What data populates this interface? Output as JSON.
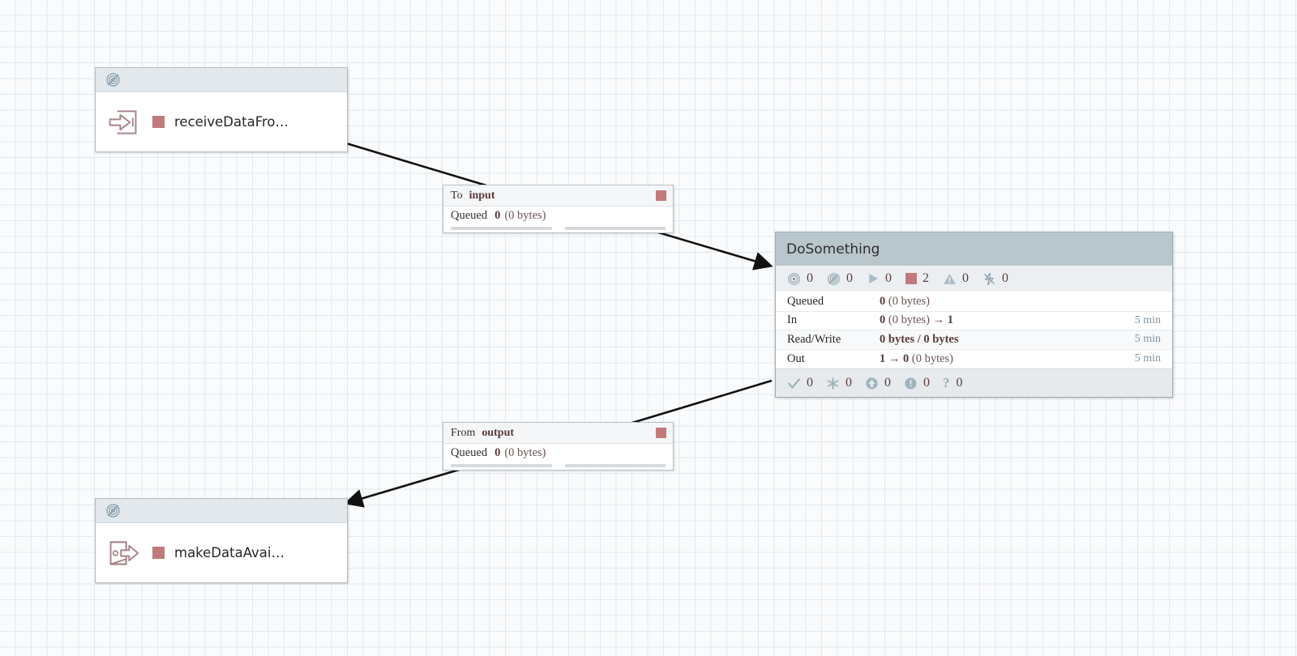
{
  "canvas": {
    "grid": true,
    "background_color": "#fafbfc",
    "grid_color": "#e3e8ec"
  },
  "colors": {
    "stopped_red": "#c2797c",
    "group_header": "#b9c6cc",
    "port_header": "#e3e8ec",
    "icon_gray": "#8ea0ac",
    "time_blue": "#7f95a6"
  },
  "nodes": {
    "input_port": {
      "name": "receiveDataFro…",
      "icon": "input-port-icon",
      "header_icon": "not-transmitting-icon",
      "status_color": "#c2797c"
    },
    "output_port": {
      "name": "makeDataAvai…",
      "icon": "output-port-icon",
      "header_icon": "not-transmitting-icon",
      "status_color": "#c2797c"
    }
  },
  "connections": [
    {
      "direction_label": "To",
      "port_name": "input",
      "queued_label": "Queued",
      "queued_count": "0",
      "queued_bytes": "(0 bytes)",
      "swatch_color": "#c2797c"
    },
    {
      "direction_label": "From",
      "port_name": "output",
      "queued_label": "Queued",
      "queued_count": "0",
      "queued_bytes": "(0 bytes)",
      "swatch_color": "#c2797c"
    }
  ],
  "process_group": {
    "title": "DoSomething",
    "status_counts": [
      {
        "icon": "transmitting-icon",
        "value": "0"
      },
      {
        "icon": "not-transmitting-icon",
        "value": "0"
      },
      {
        "icon": "running-icon",
        "value": "0"
      },
      {
        "icon": "stopped-icon",
        "value": "2"
      },
      {
        "icon": "invalid-warning-icon",
        "value": "0"
      },
      {
        "icon": "disabled-icon",
        "value": "0"
      }
    ],
    "stats": [
      {
        "key": "Queued",
        "value_bold": "0",
        "value_muted": "(0 bytes)",
        "value_tail": "",
        "time": ""
      },
      {
        "key": "In",
        "value_bold": "0",
        "value_muted": "(0 bytes)",
        "value_tail": "→ 1",
        "time": "5 min"
      },
      {
        "key": "Read/Write",
        "value_bold": "0 bytes / 0 bytes",
        "value_muted": "",
        "value_tail": "",
        "time": "5 min"
      },
      {
        "key": "Out",
        "value_bold": "1 → 0",
        "value_muted": "(0 bytes)",
        "value_tail": "",
        "time": "5 min"
      }
    ],
    "footer_counts": [
      {
        "icon": "check-icon",
        "value": "0"
      },
      {
        "icon": "asterisk-icon",
        "value": "0"
      },
      {
        "icon": "up-to-date-icon",
        "value": "0"
      },
      {
        "icon": "sync-failure-icon",
        "value": "0"
      },
      {
        "icon": "question-icon",
        "value": "0"
      }
    ]
  }
}
